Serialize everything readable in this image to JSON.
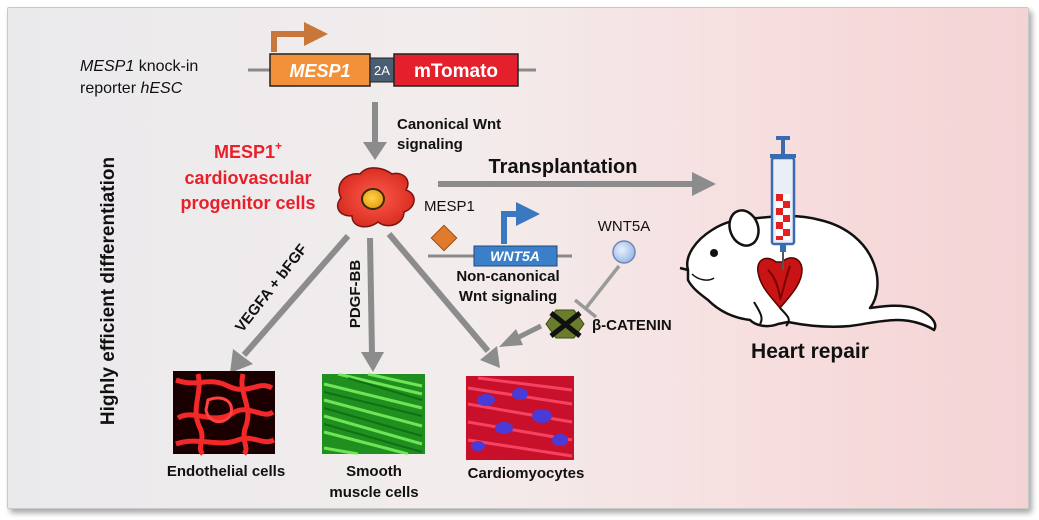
{
  "reporter": {
    "line1_italic": "MESP1",
    "line1_rest": " knock-in",
    "line2_rest": "reporter ",
    "line2_italic": "hESC"
  },
  "construct": {
    "gene": "MESP1",
    "linker": "2A",
    "reporter": "mTomato"
  },
  "side_label": "Highly efficient differentiation",
  "canonical": {
    "line1": "Canonical Wnt",
    "line2": "signaling"
  },
  "progenitor": {
    "title": "MESP1",
    "superscript": "+",
    "line2": "cardiovascular",
    "line3": "progenitor cells"
  },
  "transplantation": "Transplantation",
  "heart_repair": "Heart repair",
  "noncanonical": {
    "mesp1_label": "MESP1",
    "target_gene": "WNT5A",
    "wnt5a_label": "WNT5A",
    "line1": "Non-canonical",
    "line2": "Wnt signaling",
    "beta_catenin": "β-CATENIN"
  },
  "factors": {
    "endothelial": "VEGFA + bFGF",
    "smooth_muscle": "PDGF-BB"
  },
  "cell_types": {
    "endothelial": "Endothelial cells",
    "smooth_line1": "Smooth",
    "smooth_line2": "muscle cells",
    "cardio": "Cardiomyocytes"
  },
  "colors": {
    "gray_arrow": "#8c8c8c",
    "red_text": "#e8202a",
    "orange_box": "#f2913a",
    "red_box": "#e3202c",
    "blue_box": "#3a7fc7",
    "linker_box": "#4a5e73",
    "promoter_arrow_orange": "#c9763a",
    "promoter_arrow_blue": "#3b78c2"
  }
}
